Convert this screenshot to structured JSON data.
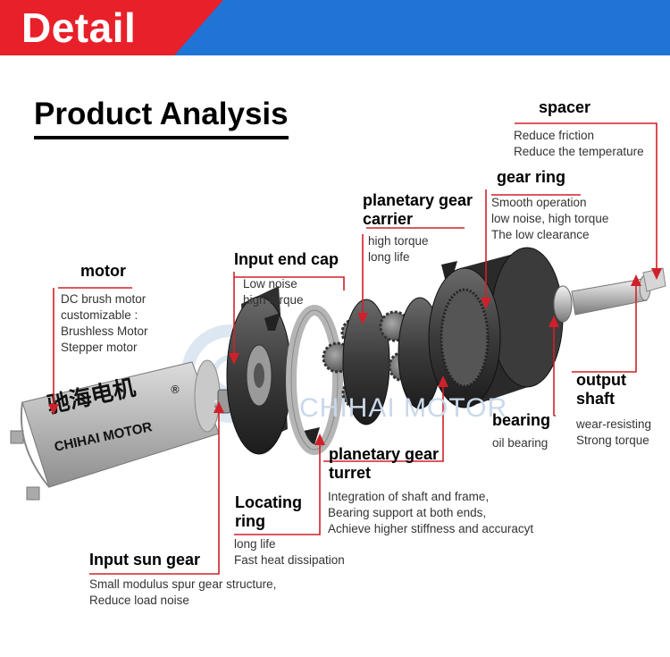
{
  "banner": {
    "title": "Detail"
  },
  "heading": "Product Analysis",
  "watermark": {
    "brand": "CHIHAI MOTOR"
  },
  "motor_print": {
    "chinese": "驰海电机",
    "english": "CHIHAI MOTOR",
    "reg": "®"
  },
  "parts": {
    "spacer": {
      "title": "spacer",
      "lines": [
        "Reduce friction",
        "Reduce the temperature"
      ]
    },
    "gear_ring": {
      "title": "gear ring",
      "lines": [
        "Smooth operation",
        "low noise, high torque",
        "The low clearance"
      ]
    },
    "carrier": {
      "title_lines": [
        "planetary gear",
        "carrier"
      ],
      "lines": [
        "high torque",
        "long life"
      ]
    },
    "end_cap": {
      "title": "Input end cap",
      "lines": [
        "Low noise",
        "high torque"
      ]
    },
    "motor": {
      "title": "motor",
      "lines": [
        "DC brush motor",
        "customizable :",
        "Brushless Motor",
        "Stepper motor"
      ]
    },
    "output_shaft": {
      "title_lines": [
        "output",
        "shaft"
      ],
      "lines": [
        "wear-resisting",
        "Strong torque"
      ]
    },
    "bearing": {
      "title": "bearing",
      "lines": [
        "oil bearing"
      ]
    },
    "turret": {
      "title_lines": [
        "planetary gear",
        "turret"
      ],
      "lines": [
        "Integration of shaft and frame,",
        "Bearing support at both ends,",
        "Achieve higher stiffness and accuracyt"
      ]
    },
    "locating_ring": {
      "title_lines": [
        "Locating",
        "ring"
      ],
      "lines": [
        "long life",
        "Fast heat dissipation"
      ]
    },
    "sun_gear": {
      "title": "Input sun gear",
      "lines": [
        "Small modulus spur gear structure,",
        "Reduce load noise"
      ]
    }
  },
  "colors": {
    "banner_blue": "#1f74d6",
    "banner_red": "#e8202a",
    "callout_red": "#d0202a"
  }
}
